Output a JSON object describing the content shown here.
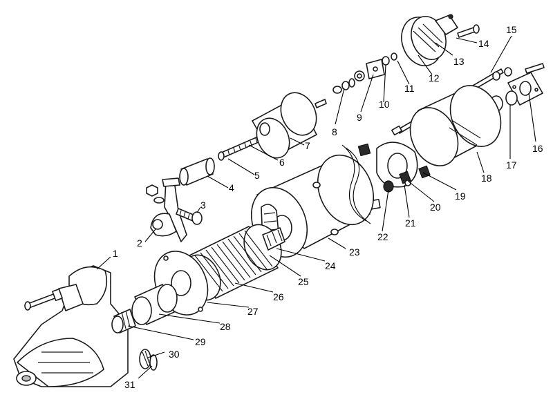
{
  "callouts": [
    {
      "id": "1",
      "label": "1"
    },
    {
      "id": "2",
      "label": "2"
    },
    {
      "id": "3",
      "label": "3"
    },
    {
      "id": "4",
      "label": "4"
    },
    {
      "id": "5",
      "label": "5"
    },
    {
      "id": "6",
      "label": "6"
    },
    {
      "id": "7",
      "label": "7"
    },
    {
      "id": "8",
      "label": "8"
    },
    {
      "id": "9",
      "label": "9"
    },
    {
      "id": "10",
      "label": "10"
    },
    {
      "id": "11",
      "label": "11"
    },
    {
      "id": "12",
      "label": "12"
    },
    {
      "id": "13",
      "label": "13"
    },
    {
      "id": "14",
      "label": "14"
    },
    {
      "id": "15",
      "label": "15"
    },
    {
      "id": "16",
      "label": "16"
    },
    {
      "id": "17",
      "label": "17"
    },
    {
      "id": "18",
      "label": "18"
    },
    {
      "id": "19",
      "label": "19"
    },
    {
      "id": "20",
      "label": "20"
    },
    {
      "id": "21",
      "label": "21"
    },
    {
      "id": "22",
      "label": "22"
    },
    {
      "id": "23",
      "label": "23"
    },
    {
      "id": "24",
      "label": "24"
    },
    {
      "id": "25",
      "label": "25"
    },
    {
      "id": "26",
      "label": "26"
    },
    {
      "id": "27",
      "label": "27"
    },
    {
      "id": "28",
      "label": "28"
    },
    {
      "id": "29",
      "label": "29"
    },
    {
      "id": "30",
      "label": "30"
    },
    {
      "id": "31",
      "label": "31"
    }
  ]
}
